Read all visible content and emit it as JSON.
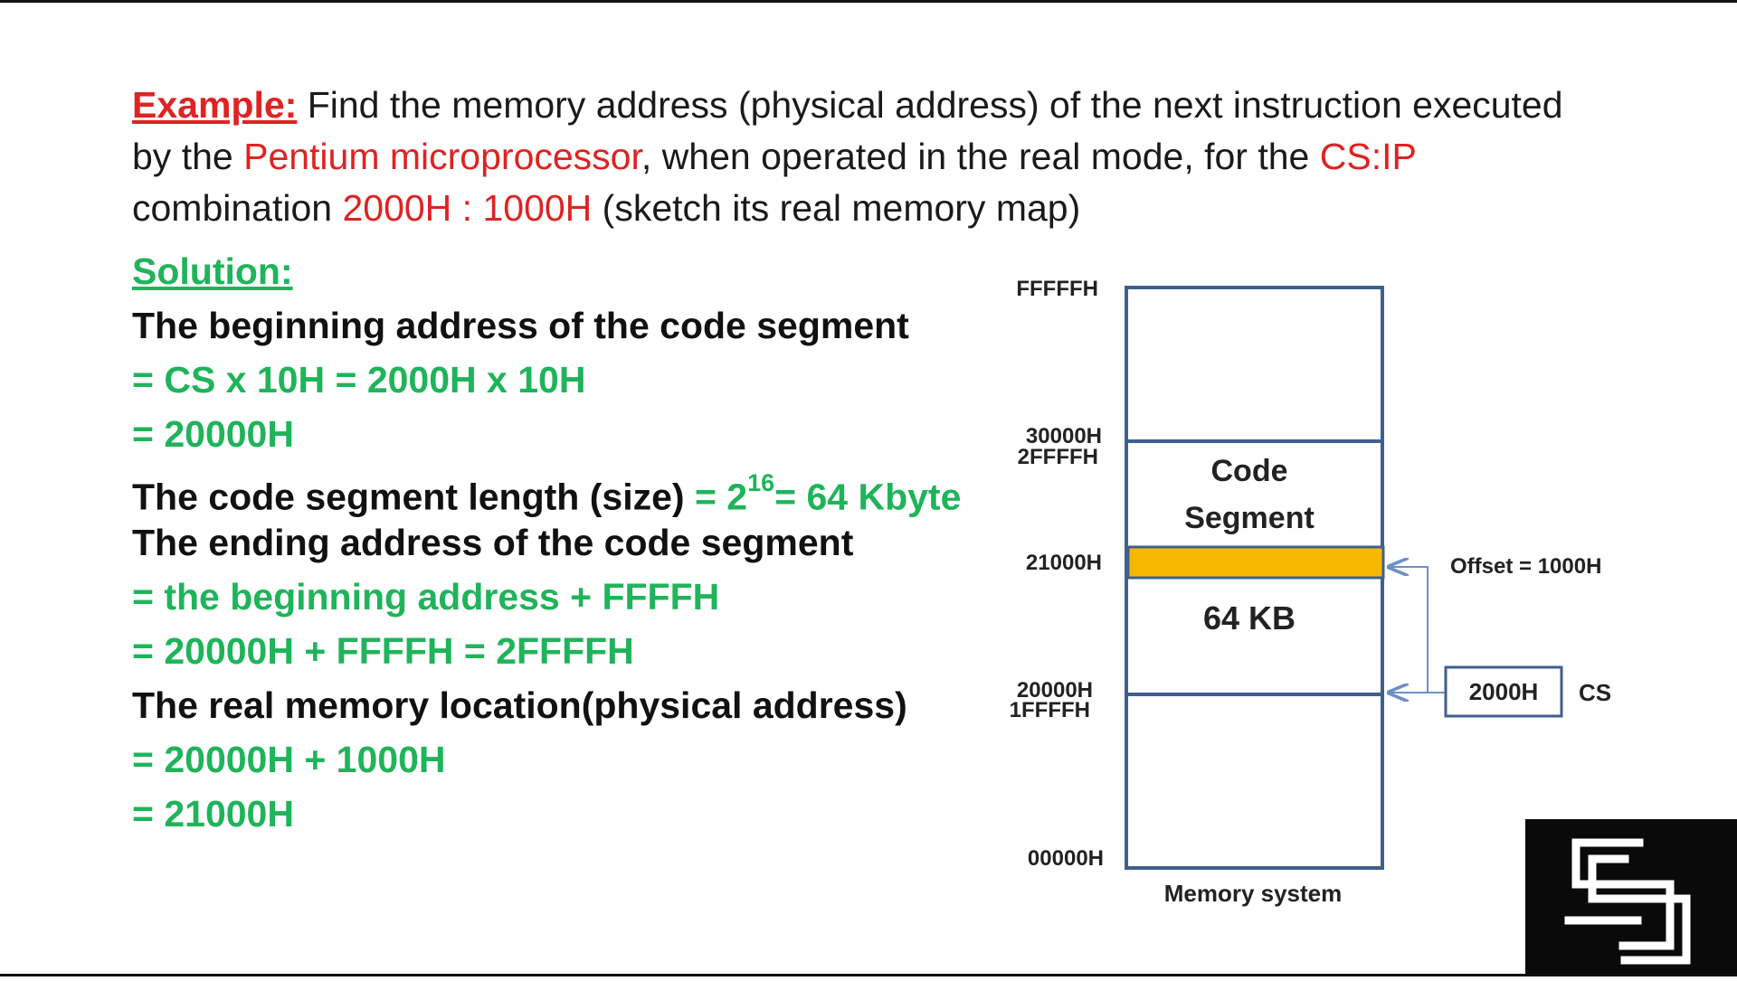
{
  "intro": {
    "example_label": "Example:",
    "text1": " Find the memory address (physical address) of the next instruction executed by the ",
    "processor": "Pentium microprocessor",
    "text2": ", when operated in the real mode, for the ",
    "csip": "CS:IP",
    "text3": " combination ",
    "combo": "2000H : 1000H",
    "text4": " (sketch its real memory map)"
  },
  "solution": {
    "heading": "Solution:",
    "l1": "The beginning address of the code segment",
    "l2": "= CS x 10H = 2000H x 10H",
    "l3": "= 20000H",
    "l4a": "The code segment length (size) ",
    "l4b": "= 2",
    "l4sup": "16",
    "l4c": "= 64 Kbyte",
    "l5": "The ending address of the code segment",
    "l6": "= the beginning address + FFFFH",
    "l7": "= 20000H + FFFFH = 2FFFFH",
    "l8": "The real memory location(physical address)",
    "l9": "= 20000H + 1000H",
    "l10": "= 21000H"
  },
  "memory_map": {
    "addr_top": "FFFFFH",
    "addr_30000": "30000H",
    "addr_2ffff": "2FFFFH",
    "addr_21000": "21000H",
    "addr_20000": "20000H",
    "addr_1ffff": "1FFFFH",
    "addr_bottom": "00000H",
    "segment_line1": "Code",
    "segment_line2": "Segment",
    "size_label": "64 KB",
    "offset_label": "Offset = 1000H",
    "cs_value": "2000H",
    "cs_label": "CS",
    "caption": "Memory system",
    "colors": {
      "box": "#3f5f8f",
      "highlight": "#f5b800",
      "arrow": "#6d8fc7"
    }
  }
}
